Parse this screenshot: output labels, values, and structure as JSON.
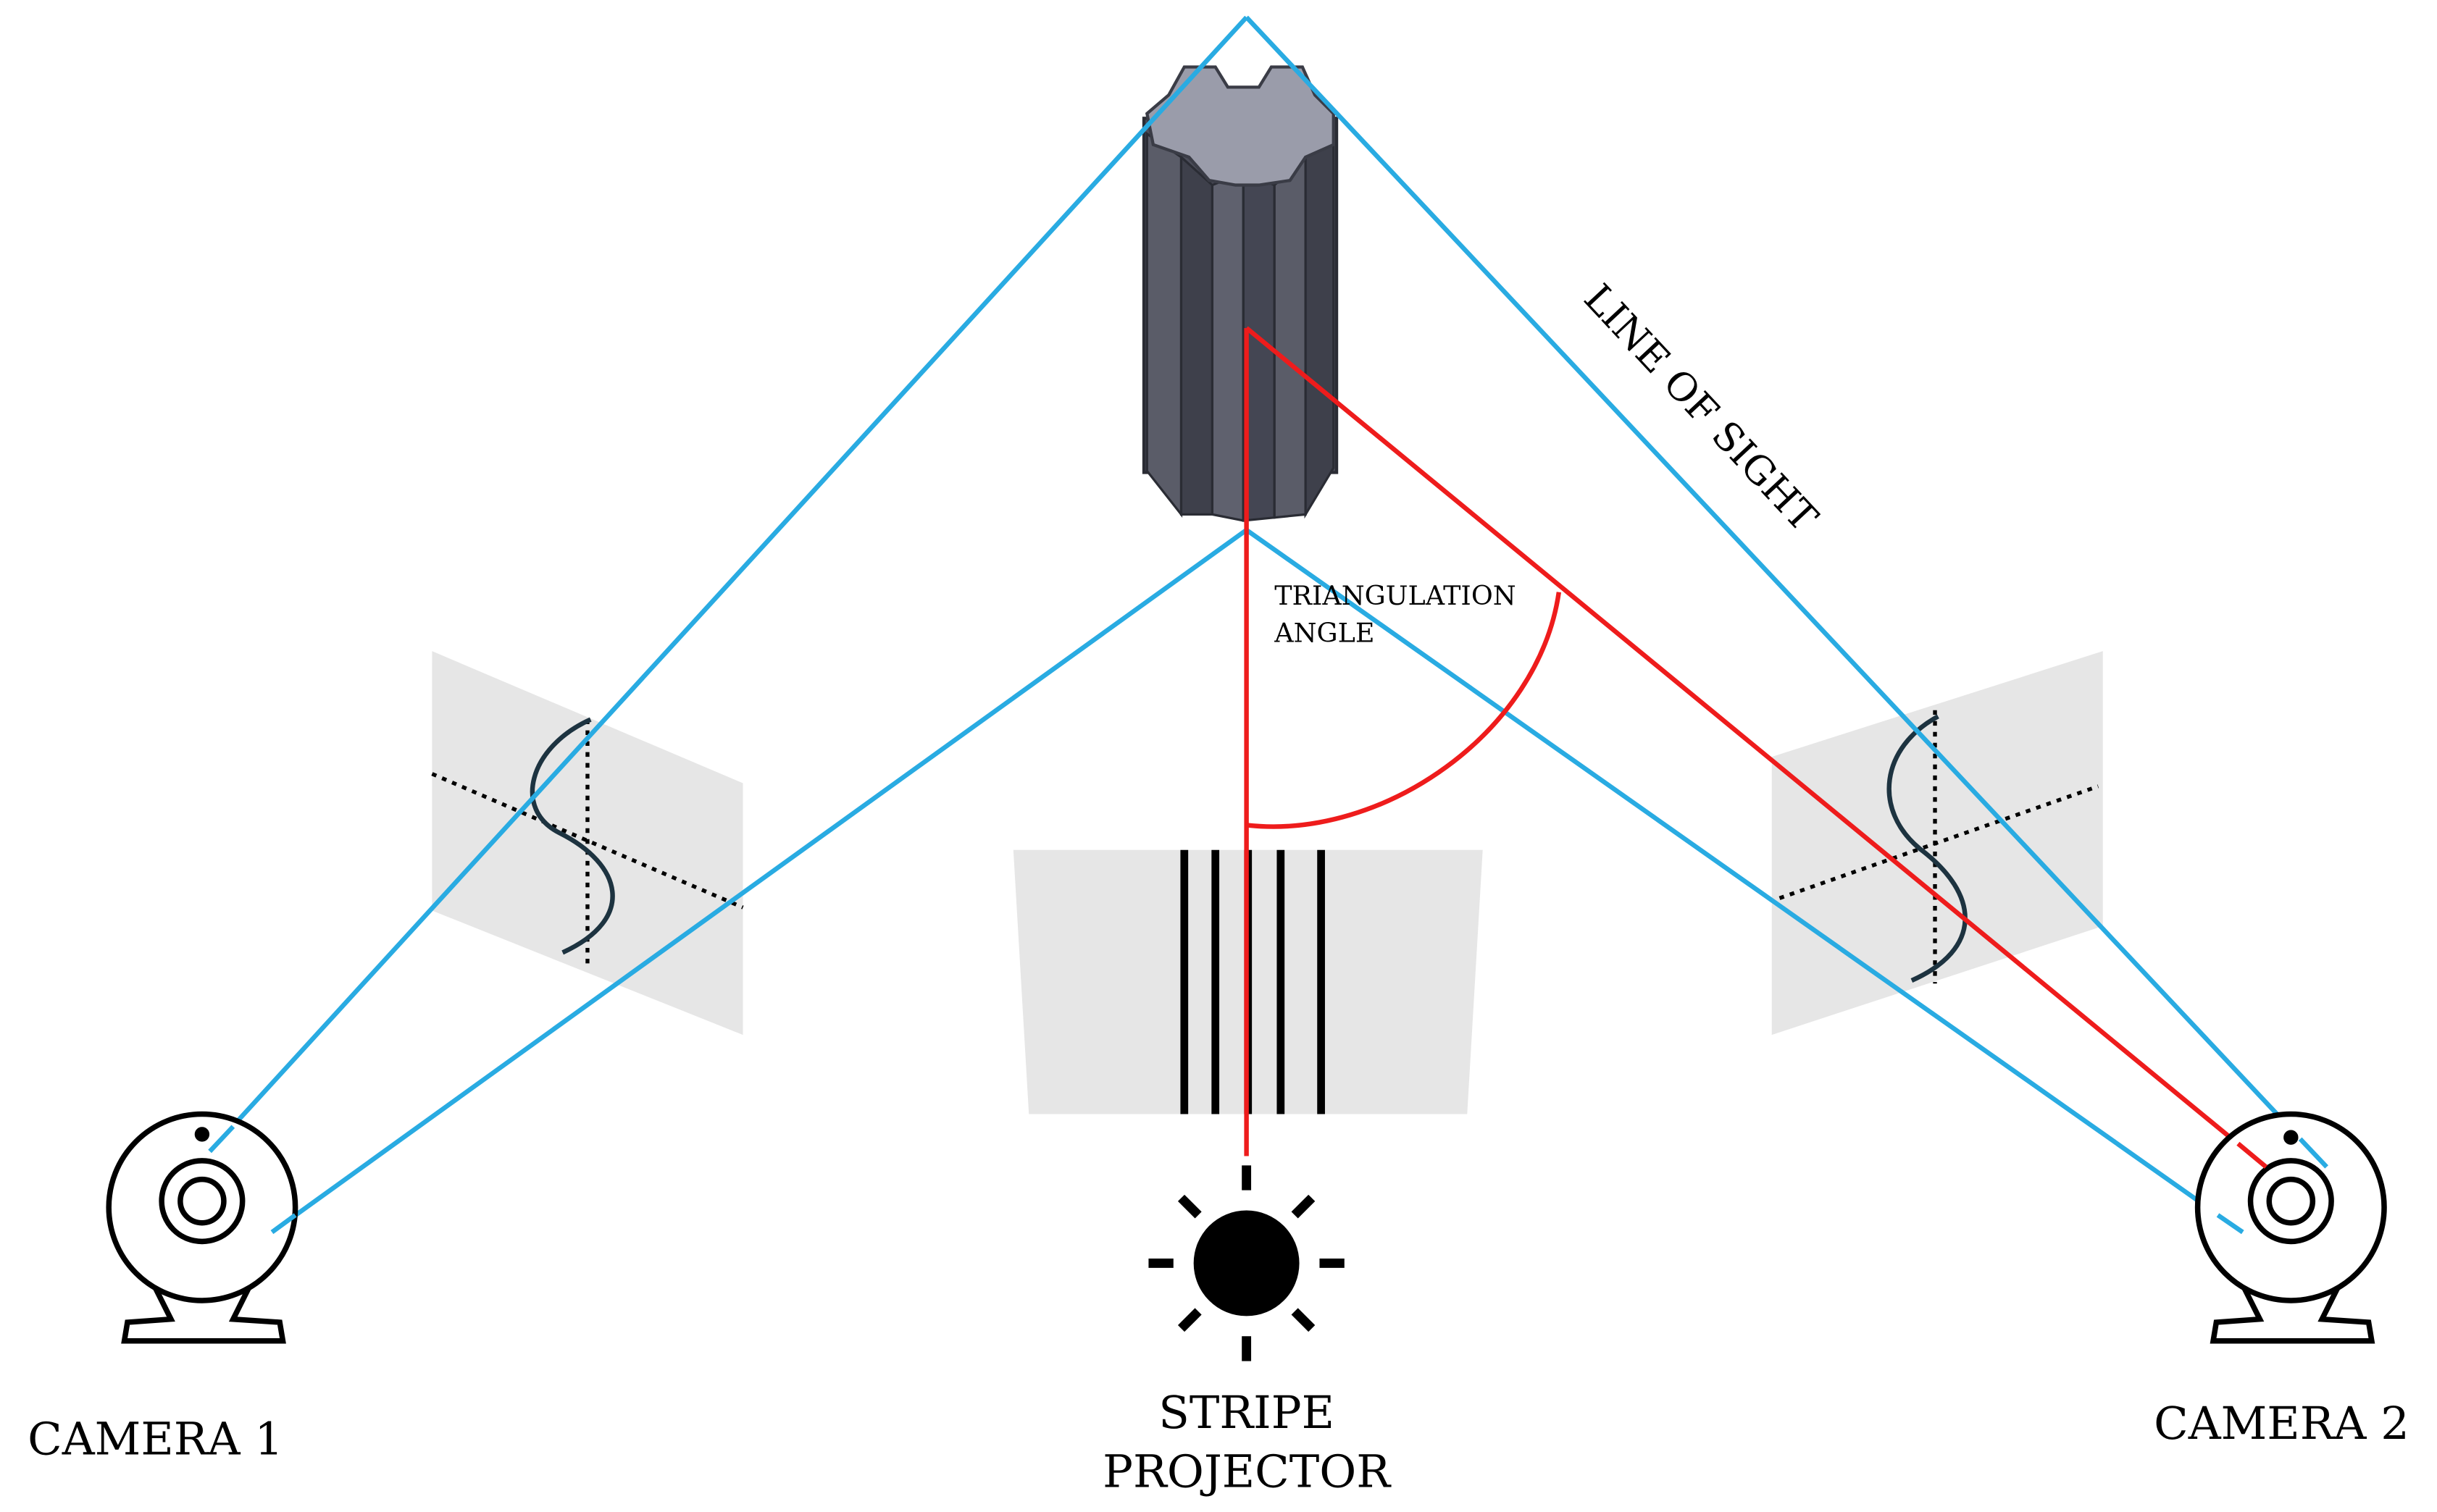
{
  "labels": {
    "camera1": "CAMERA 1",
    "camera2": "CAMERA 2",
    "projector_line1": "STRIPE",
    "projector_line2": "PROJECTOR",
    "triangulation_line1": "TRIANGULATION",
    "triangulation_line2": "ANGLE",
    "line_of_sight": "LINE OF SIGHT"
  },
  "colors": {
    "sight_lines": "#29abe2",
    "projection_line": "#ee1c1c",
    "image_plane": "#e6e6e6",
    "object_dark": "#4a4c58",
    "object_top": "#9a9caa",
    "outline": "#000000"
  },
  "icons": [
    "camera-icon",
    "sun-icon",
    "gear-column-object"
  ]
}
